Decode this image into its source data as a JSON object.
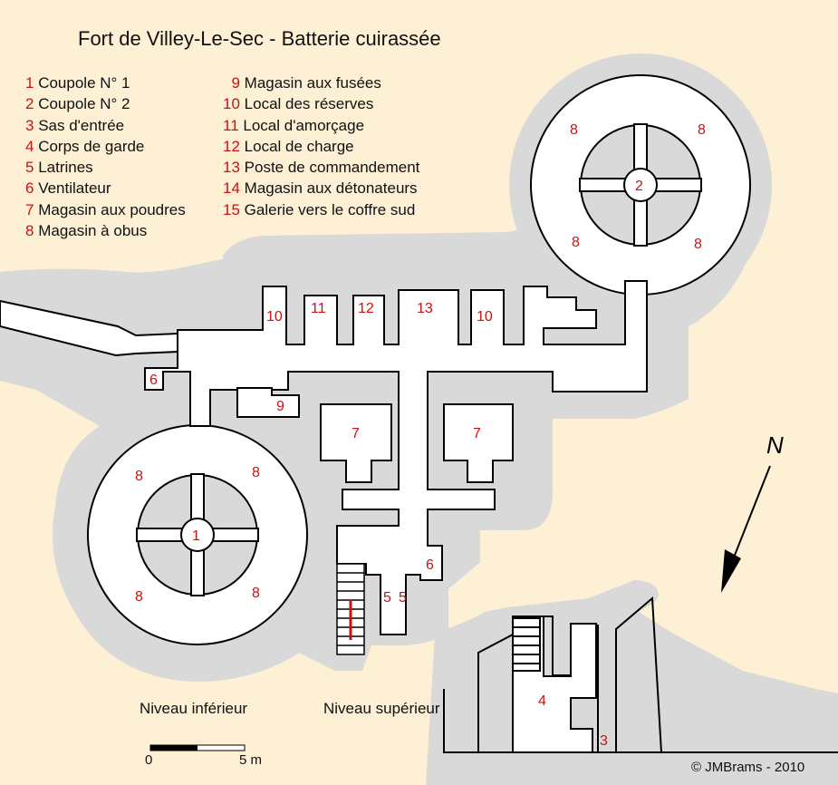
{
  "title": "Fort de Villey-Le-Sec - Batterie cuirassée",
  "legend_left": [
    {
      "num": "1",
      "label": "Coupole N° 1"
    },
    {
      "num": "2",
      "label": "Coupole N° 2"
    },
    {
      "num": "3",
      "label": "Sas d'entrée"
    },
    {
      "num": "4",
      "label": "Corps de garde"
    },
    {
      "num": "5",
      "label": "Latrines"
    },
    {
      "num": "6",
      "label": "Ventilateur"
    },
    {
      "num": "7",
      "label": "Magasin aux poudres"
    },
    {
      "num": "8",
      "label": "Magasin à obus"
    }
  ],
  "legend_right": [
    {
      "num": "9",
      "label": "Magasin aux fusées"
    },
    {
      "num": "10",
      "label": "Local des réserves"
    },
    {
      "num": "11",
      "label": "Local d'amorçage"
    },
    {
      "num": "12",
      "label": "Local de charge"
    },
    {
      "num": "13",
      "label": "Poste de commandement"
    },
    {
      "num": "14",
      "label": "Magasin aux détonateurs"
    },
    {
      "num": "15",
      "label": "Galerie vers le coffre sud"
    }
  ],
  "levels": {
    "lower": "Niveau inférieur",
    "upper": "Niveau supérieur"
  },
  "scale": {
    "start": "0",
    "end": "5 m"
  },
  "north": "N",
  "credit": "©  JMBrams - 2010",
  "plan_labels": {
    "cupola2": "2",
    "cupola1": "1",
    "mag8": "8",
    "r10": "10",
    "r11": "11",
    "r12": "12",
    "r13": "13",
    "r9": "9",
    "r7": "7",
    "r6": "6",
    "r5": "5",
    "r4": "4",
    "r3": "3"
  },
  "colors": {
    "background": "#fdf0d4",
    "masonry": "#d9d9d9",
    "outline": "#000000",
    "numbers": "#cc1111"
  }
}
